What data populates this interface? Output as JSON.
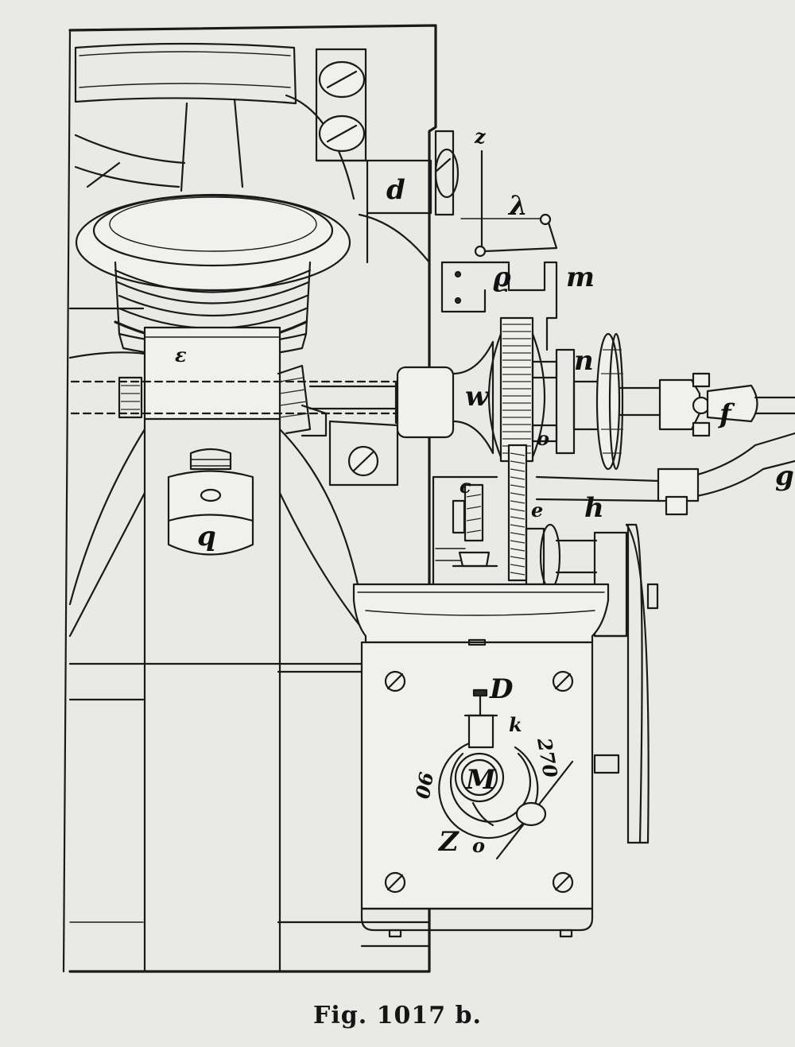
{
  "caption": "Fig. 1017 b.",
  "labels": {
    "d": "d",
    "z": "z",
    "lambda": "λ",
    "rho": "ϱ",
    "m": "m",
    "epsilon": "ε",
    "n": "n",
    "w": "w",
    "o": "o",
    "f": "f",
    "g": "g",
    "c": "c",
    "e": "e",
    "h": "h",
    "q": "q",
    "D": "D",
    "k": "k",
    "M": "M",
    "Z": "Z",
    "o_dial": "o",
    "deg90": "90",
    "deg270": "270"
  }
}
